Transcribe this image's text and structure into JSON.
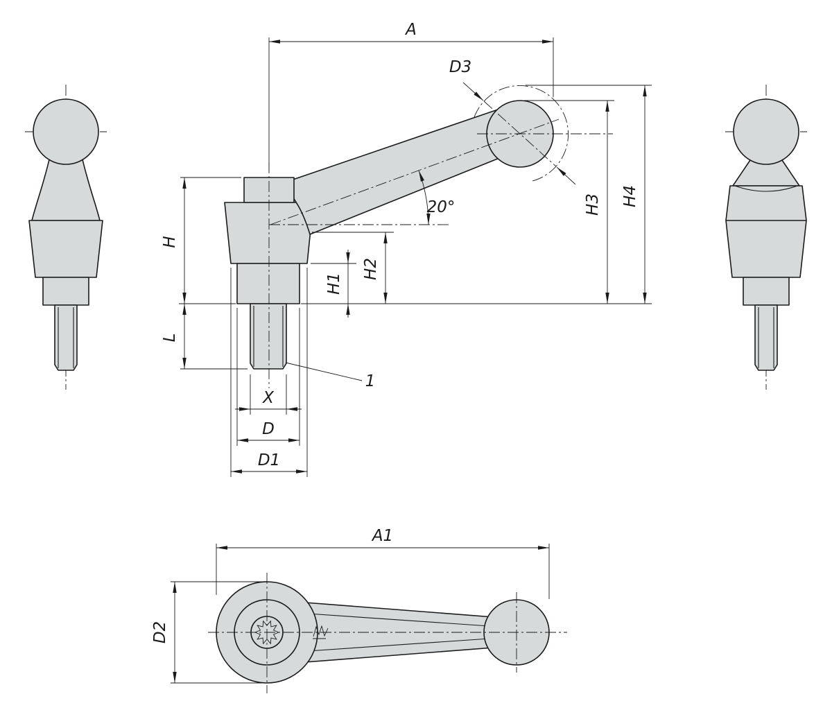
{
  "colors": {
    "part_fill": "#d7dadb",
    "ink": "#1a1a1a",
    "background": "#ffffff"
  },
  "main_view": {
    "dim_A": "A",
    "dim_D3": "D3",
    "dim_H3": "H3",
    "dim_H4": "H4",
    "dim_H": "H",
    "dim_H2": "H2",
    "dim_H1": "H1",
    "dim_L": "L",
    "dim_X": "X",
    "dim_D": "D",
    "dim_D1": "D1",
    "angle": "20°",
    "callout_1": "1"
  },
  "top_view": {
    "dim_A1": "A1",
    "dim_D2": "D2"
  },
  "icons": {
    "stamp_mark": "embossed-stamp-mark"
  }
}
